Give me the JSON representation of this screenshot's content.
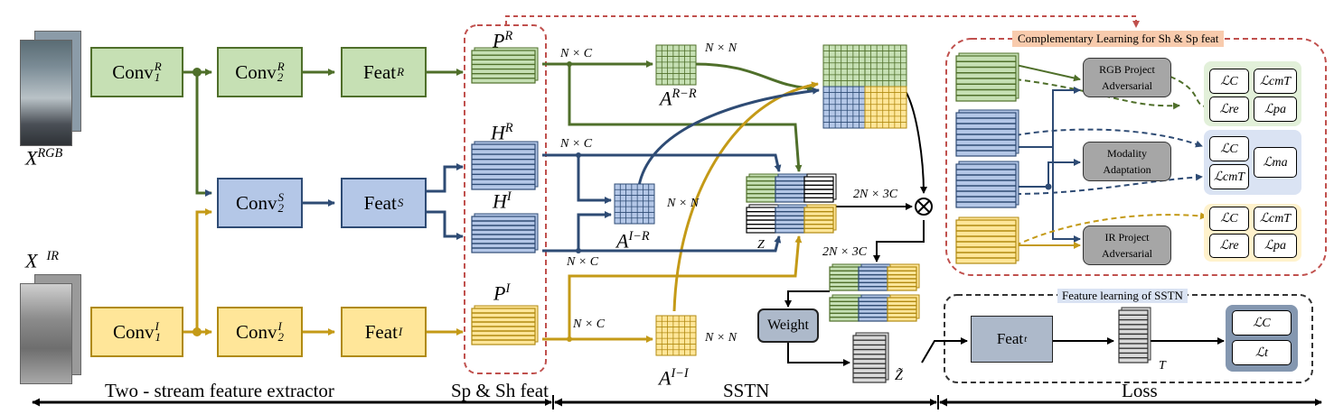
{
  "inputs": {
    "rgb_label": "X",
    "rgb_sup": "RGB",
    "ir_label": "X",
    "ir_sup": "IR"
  },
  "extractor": {
    "conv1_r": "Conv",
    "conv1_r_sup": "R",
    "conv1_r_sub": "1",
    "conv2_r": "Conv",
    "conv2_r_sup": "R",
    "conv2_r_sub": "2",
    "feat_r": "Feat",
    "feat_r_sup": "R",
    "conv2_s": "Conv",
    "conv2_s_sup": "S",
    "conv2_s_sub": "2",
    "feat_s": "Feat",
    "feat_s_sup": "S",
    "conv1_i": "Conv",
    "conv1_i_sup": "I",
    "conv1_i_sub": "1",
    "conv2_i": "Conv",
    "conv2_i_sup": "I",
    "conv2_i_sub": "2",
    "feat_i": "Feat",
    "feat_i_sup": "I"
  },
  "sp_sh": {
    "pr": "P",
    "pr_sup": "R",
    "hr": "H",
    "hr_sup": "R",
    "hi": "H",
    "hi_sup": "I",
    "pi": "P",
    "pi_sup": "I"
  },
  "sstn": {
    "nxc_top": "N × C",
    "nxc_h": "N × C",
    "nxc_low": "N × C",
    "nxc_pi": "N × C",
    "nxn_top": "N × N",
    "nxn_mid": "N × N",
    "nxn_low": "N × N",
    "a_rr": "A",
    "a_rr_sup": "R−R",
    "a_ir": "A",
    "a_ir_sup": "I−R",
    "a_ii": "A",
    "a_ii_sup": "I−I",
    "z": "Z",
    "dim_out": "2N × 3C",
    "dim_in": "2N × 3C",
    "weight": "Weight",
    "z_tilde": "Z̃"
  },
  "complementary": {
    "title": "Complementary Learning for Sh & Sp feat",
    "rgb_adv": "RGB Project Adversarial",
    "modality": "Modality Adaptation",
    "ir_adv": "IR Project Adversarial",
    "loss_c": "ℒC",
    "loss_cmt": "ℒcmT",
    "loss_re": "ℒre",
    "loss_pa": "ℒpa",
    "loss_ma": "ℒma"
  },
  "sstn_loss": {
    "title": "Feature learning of SSTN",
    "feat_t": "Feat",
    "feat_t_sup": "t",
    "t_label": "T",
    "loss_c": "ℒC",
    "loss_t": "ℒt"
  },
  "sections": {
    "extractor": "Two - stream feature extractor",
    "spsh": "Sp & Sh feat",
    "sstn": "SSTN",
    "loss": "Loss"
  },
  "colors": {
    "green": "#4f6f2a",
    "blue": "#2e4b74",
    "yellow": "#c49a17",
    "orange_dash": "#c0504d"
  }
}
